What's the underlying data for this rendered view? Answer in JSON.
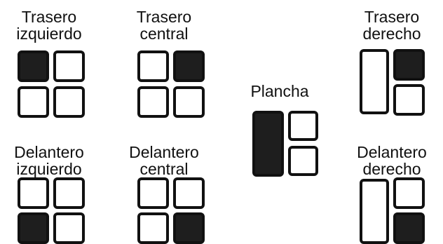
{
  "colors": {
    "burner_on": "#1e1e1e",
    "burner_off": "#ffffff",
    "outline": "#111111"
  },
  "zones": {
    "trasero_izquierdo": {
      "line1": "Trasero",
      "line2": "izquierdo",
      "active": "rear-left"
    },
    "trasero_central": {
      "line1": "Trasero",
      "line2": "central",
      "active": "rear-right"
    },
    "plancha": {
      "line1": "Plancha",
      "active": "griddle"
    },
    "trasero_derecho": {
      "line1": "Trasero",
      "line2": "derecho",
      "active": "rear"
    },
    "delantero_izquierdo": {
      "line1": "Delantero",
      "line2": "izquierdo",
      "active": "front-left"
    },
    "delantero_central": {
      "line1": "Delantero",
      "line2": "central",
      "active": "front-right"
    },
    "delantero_derecho": {
      "line1": "Delantero",
      "line2": "derecho",
      "active": "front"
    }
  }
}
